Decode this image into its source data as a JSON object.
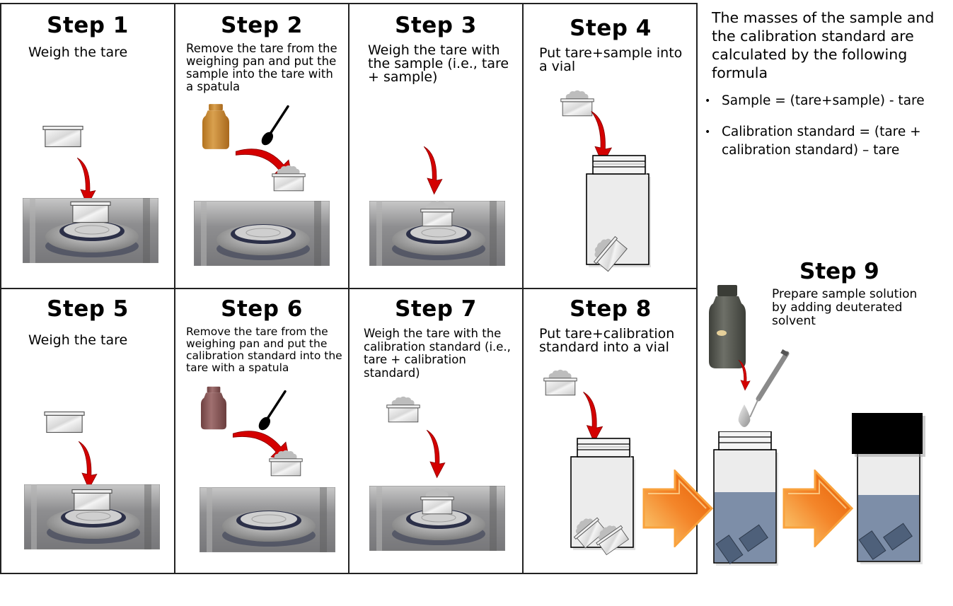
{
  "steps": [
    {
      "title": "Step 1",
      "description": "Weigh the tare"
    },
    {
      "title": "Step 2",
      "description": "Remove the tare from the weighing pan and put the sample into the tare with a spatula"
    },
    {
      "title": "Step 3",
      "description": "Weigh the tare with the sample (i.e., tare + sample)"
    },
    {
      "title": "Step 4",
      "description": "Put tare+sample into a vial"
    },
    {
      "title": "Step 5",
      "description": "Weigh the tare"
    },
    {
      "title": "Step 6",
      "description": "Remove the tare from the weighing pan and put the calibration standard into the tare with a spatula"
    },
    {
      "title": "Step 7",
      "description": "Weigh the tare with the calibration standard (i.e., tare + calibration standard)"
    },
    {
      "title": "Step 8",
      "description": "Put tare+calibration standard into a vial"
    },
    {
      "title": "Step 9",
      "description": "Prepare sample solution by adding deuterated solvent"
    }
  ],
  "formula": {
    "intro": "The masses of the sample and the calibration standard are calculated by the following formula",
    "items": [
      "Sample = (tare+sample) - tare",
      "Calibration standard = (tare + calibration standard) – tare"
    ]
  },
  "colors": {
    "arrow_red": "#d40000",
    "flow_arrow_orange": "#f07820",
    "sample_bottle": "#c8883a",
    "standard_bottle": "#8a5a5a",
    "solvent_bottle": "#55584f",
    "solution_blue": "#7d8ea8",
    "cap_black": "#000000"
  },
  "icons": [
    "tare-container-icon",
    "balance-pan-icon",
    "red-arrow-icon",
    "reagent-bottle-icon",
    "spatula-icon",
    "vial-icon",
    "pipette-icon",
    "droplet-icon",
    "flow-arrow-icon",
    "capped-vial-icon"
  ]
}
